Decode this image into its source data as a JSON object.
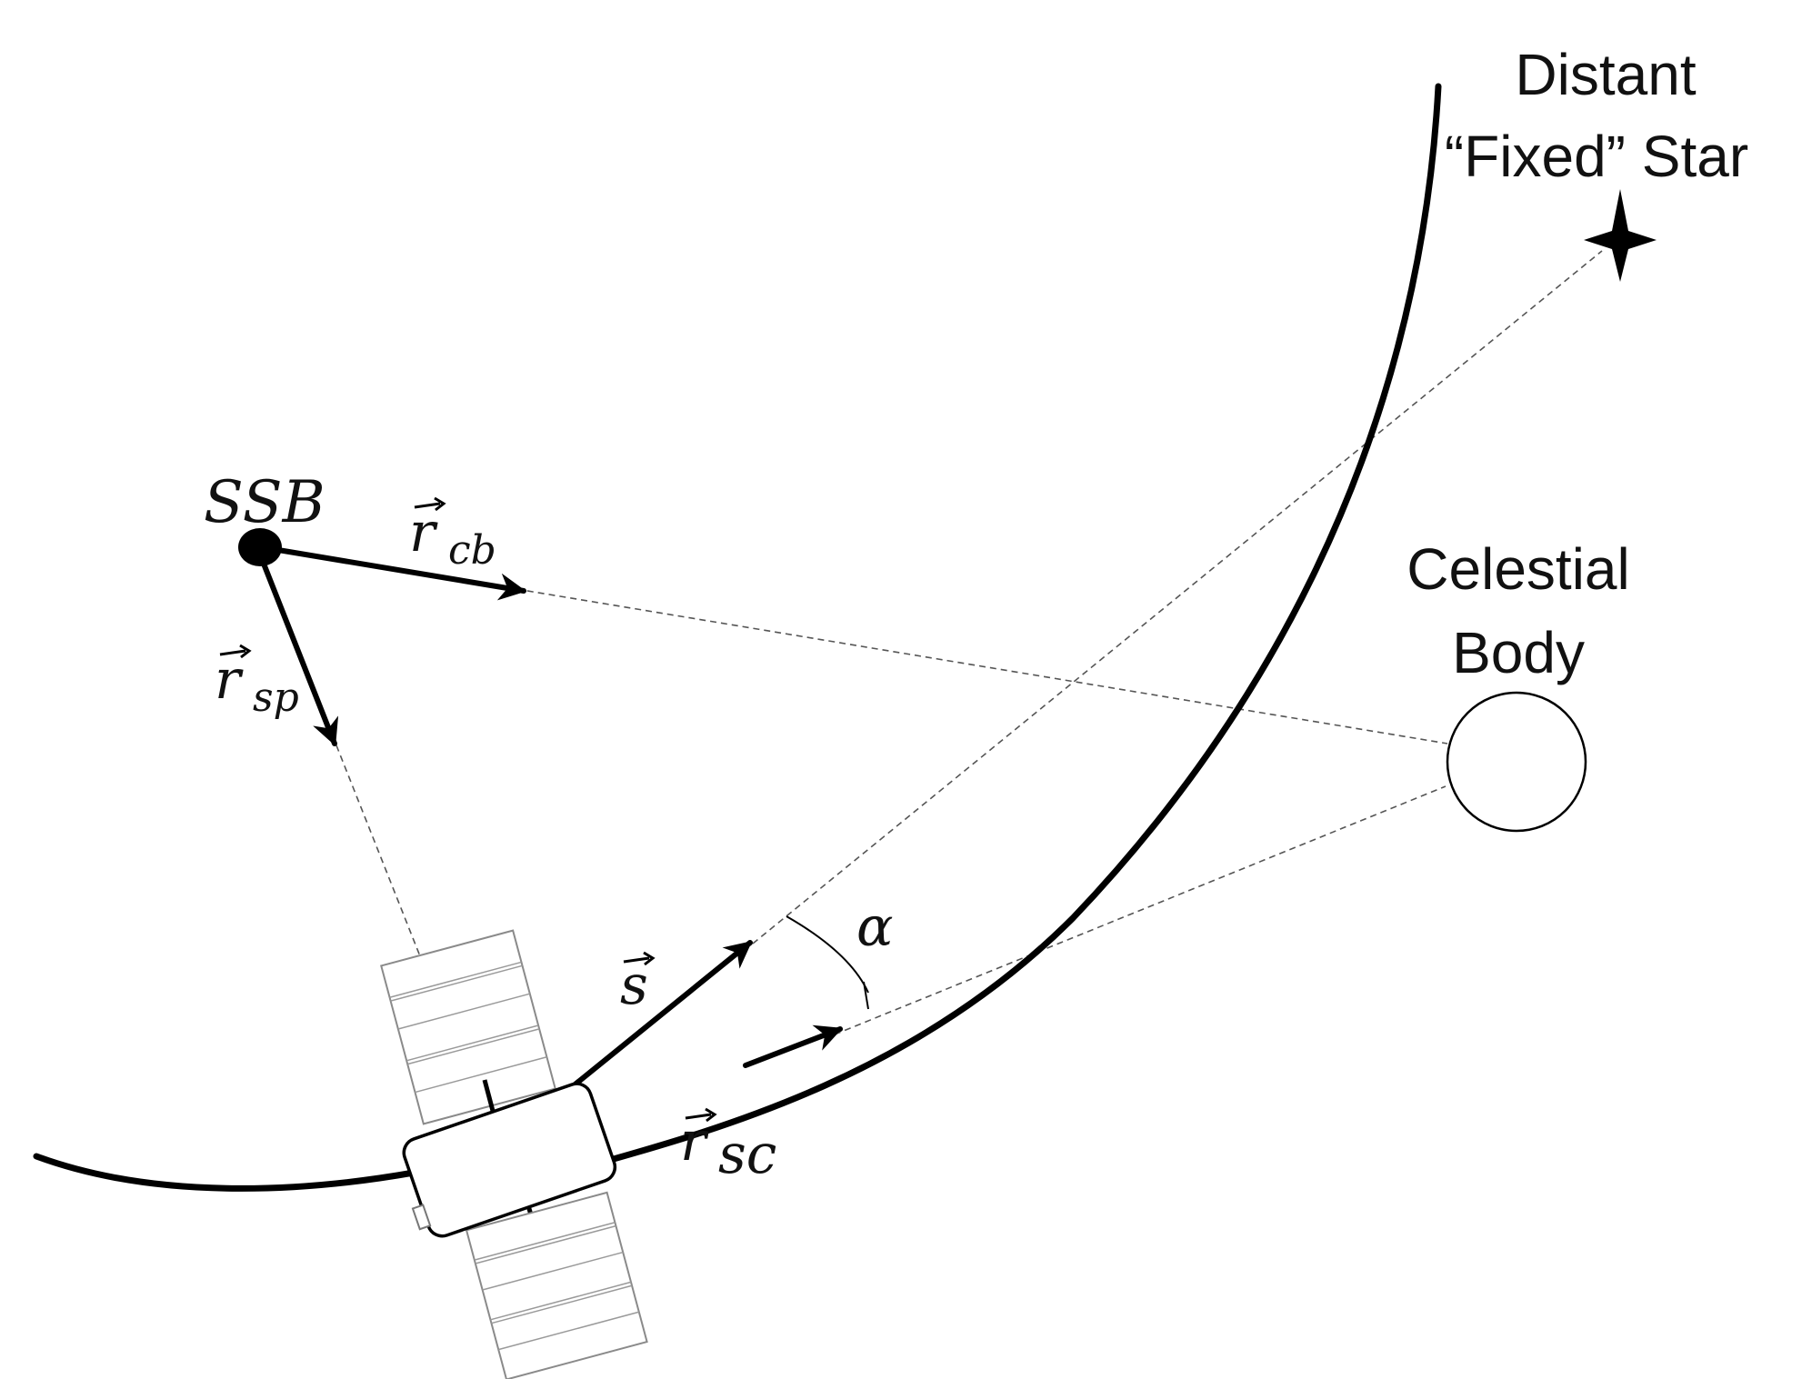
{
  "labels": {
    "star_line1": "Distant",
    "star_line2": "“Fixed” Star",
    "body_line1": "Celestial",
    "body_line2": "Body",
    "ssb": "SSB",
    "alpha": "α",
    "vec_r": "r",
    "sub_cb": "cb",
    "sub_sp": "sp",
    "sub_sc": "sc",
    "vec_s": "s",
    "arrow_mark": "⃗"
  },
  "icons": [
    "star-icon",
    "spacecraft-icon",
    "celestial-body-circle",
    "ssb-dot"
  ]
}
